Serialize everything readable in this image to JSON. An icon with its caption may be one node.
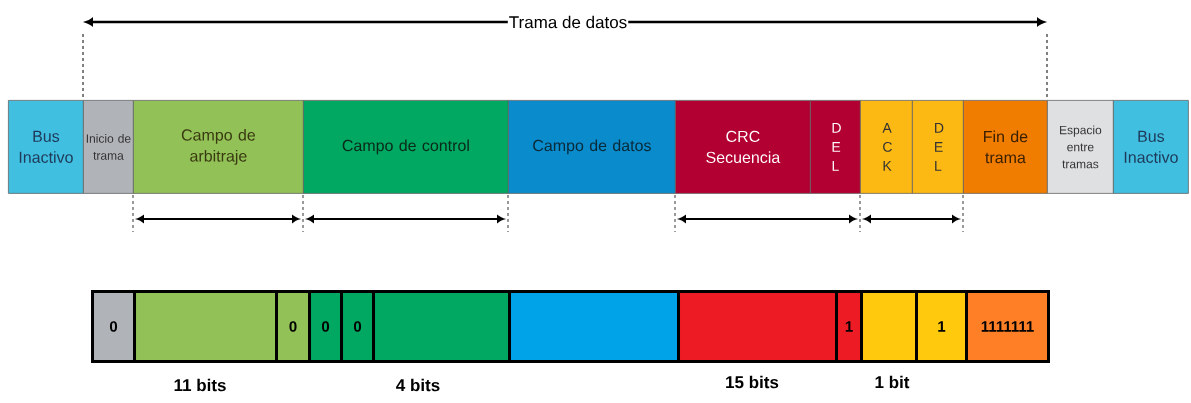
{
  "diagram": {
    "nodes": [
      {
        "text": [
          "Bus Inactivo"
        ]
      },
      {
        "text": [
          "Inicio de trama"
        ]
      },
      {
        "text": [
          "Campo de arbitraje"
        ]
      },
      {
        "text": [
          "Campo de control"
        ]
      },
      {
        "text": [
          "Campo de datos"
        ]
      },
      {
        "text": [
          "CRC Secuencia"
        ]
      },
      {
        "text": [
          "D E L"
        ]
      },
      {
        "text": [
          "A C K"
        ]
      },
      {
        "text": [
          "D E L"
        ]
      },
      {
        "text": [
          "Fin de trama"
        ]
      },
      {
        "text": [
          "Espacio entre tramas"
        ]
      },
      {
        "text": [
          "Bus Inactivo"
        ]
      },
      {
        "text": [
          "0"
        ]
      },
      {
        "text": [],
        "shape": "box"
      },
      {
        "text": [
          "0"
        ]
      },
      {
        "text": [
          "0"
        ]
      },
      {
        "text": [
          "0"
        ]
      },
      {
        "text": [],
        "shape": "box"
      },
      {
        "text": [],
        "shape": "box"
      },
      {
        "text": [],
        "shape": "box"
      },
      {
        "text": [
          "1"
        ]
      },
      {
        "text": [],
        "shape": "box"
      },
      {
        "text": [
          "1"
        ]
      },
      {
        "text": [
          "1111111"
        ]
      }
    ],
    "labels": [
      "Trama de datos",
      "11 bits",
      "4 bits",
      "15 bits",
      "1 bit"
    ]
  }
}
